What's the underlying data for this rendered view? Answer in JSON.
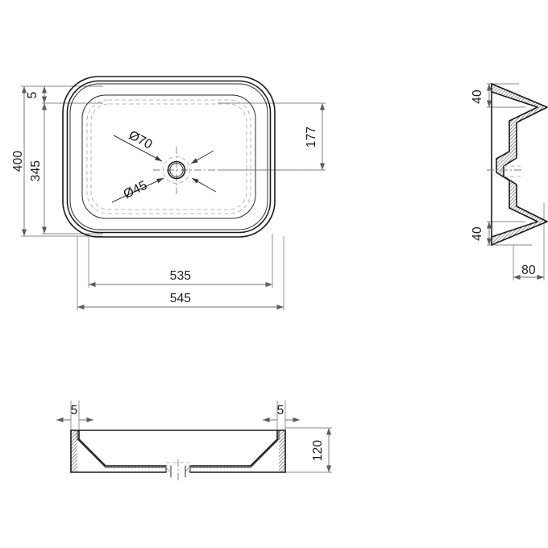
{
  "drawing": {
    "title": "Rectangular countertop washbasin - technical drawing",
    "background_color": "#ffffff",
    "line_color": "#1a1a1a",
    "dimension_color": "#6f6f6f",
    "hidden_line_color": "#b6b6b6",
    "units": "mm"
  },
  "views": {
    "top": {
      "name": "top-view",
      "dimensions": {
        "overall_length": "545",
        "inner_length": "535",
        "overall_width": "400",
        "inner_width": "345",
        "rim_thickness": "5",
        "drain_offset_from_rear": "177"
      },
      "callouts": {
        "outer_bore": "Ø70",
        "inner_bore": "Ø45"
      }
    },
    "side": {
      "name": "side-section-view",
      "dimensions": {
        "top_rim_height": "40",
        "bottom_rim_height": "40",
        "base_width": "80"
      }
    },
    "front": {
      "name": "front-section-view",
      "dimensions": {
        "left_wall_thickness": "5",
        "right_wall_thickness": "5",
        "overall_height": "120"
      }
    }
  },
  "labels": {
    "d545": "545",
    "d535": "535",
    "d400": "400",
    "d345": "345",
    "d5_top": "5",
    "d177": "177",
    "dia70": "Ø70",
    "dia45": "Ø45",
    "d40_top": "40",
    "d40_bottom": "40",
    "d80": "80",
    "d5_left": "5",
    "d5_right": "5",
    "d120": "120"
  }
}
